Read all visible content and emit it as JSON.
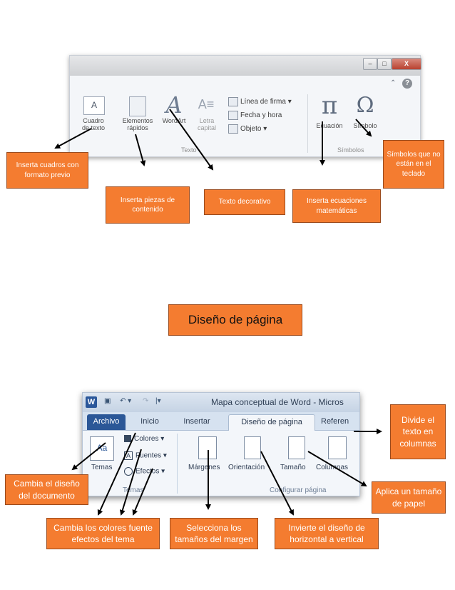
{
  "ribbon_insert": {
    "window_close_glyph": "X",
    "help_glyph": "?",
    "buttons": {
      "cuadro_line1": "Cuadro",
      "cuadro_line2": "de texto",
      "elementos_line1": "Elementos",
      "elementos_line2": "rápidos",
      "wordart": "WordArt",
      "letra_line1": "Letra",
      "letra_line2": "capital",
      "linea_firma": "Línea de firma",
      "fecha_hora": "Fecha y hora",
      "objeto": "Objeto",
      "ecuacion": "Ecuación",
      "simbolo": "Símbolo"
    },
    "group_labels": {
      "texto": "Texto",
      "simbolos": "Símbolos"
    },
    "glyphs": {
      "pi": "π",
      "omega": "Ω",
      "wordart_a": "A"
    }
  },
  "callouts_insert": {
    "cuadros": "Inserta cuadros con formato previo",
    "piezas": "Inserta piezas de contenido",
    "decorativo": "Texto decorativo",
    "ecuaciones": "Inserta ecuaciones matemáticas",
    "simbolos": "Símbolos que no están en el teclado"
  },
  "heading": "Diseño de página",
  "ribbon_design": {
    "doc_title": "Mapa conceptual de Word - Micros",
    "word_logo": "W",
    "tabs": {
      "archivo": "Archivo",
      "inicio": "Inicio",
      "insertar": "Insertar",
      "diseno": "Diseño de página",
      "referencias": "Referen"
    },
    "buttons": {
      "temas": "Temas",
      "colores": "Colores",
      "fuentes": "Fuentes",
      "efectos": "Efectos",
      "margenes": "Márgenes",
      "orientacion": "Orientación",
      "tamano": "Tamaño",
      "columnas": "Columnas"
    },
    "group_labels": {
      "temas": "Temas",
      "configurar": "Configurar página"
    }
  },
  "callouts_design": {
    "divide": "Divide el texto en columnas",
    "diseno_documento": "Cambia el diseño del documento",
    "tamano_papel": "Aplica un tamaño de papel",
    "colores": "Cambia los colores fuente efectos del tema",
    "margen": "Selecciona los tamaños del margen",
    "horizontal": "Invierte el diseño de horizontal a vertical"
  },
  "colors": {
    "callout": "#f47c30",
    "callout_border": "#9a4a1c",
    "arrow": "#000000"
  }
}
